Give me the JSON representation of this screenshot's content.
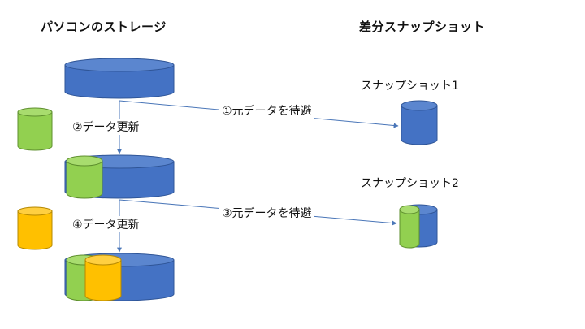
{
  "titles": {
    "storage": "パソコンのストレージ",
    "diff_snapshot": "差分スナップショット"
  },
  "steps": {
    "step1": "①元データを待避",
    "step2": "②データ更新",
    "step3": "③元データを待避",
    "step4": "④データ更新"
  },
  "snapshots": {
    "snapshot1": "スナップショット1",
    "snapshot2": "スナップショット2"
  },
  "colors": {
    "blue": "#4472c4",
    "blue_dark": "#2f5597",
    "green": "#92d050",
    "green_dark": "#70a83a",
    "yellow": "#ffc000",
    "yellow_dark": "#c79400",
    "arrow": "#4a76b8"
  }
}
